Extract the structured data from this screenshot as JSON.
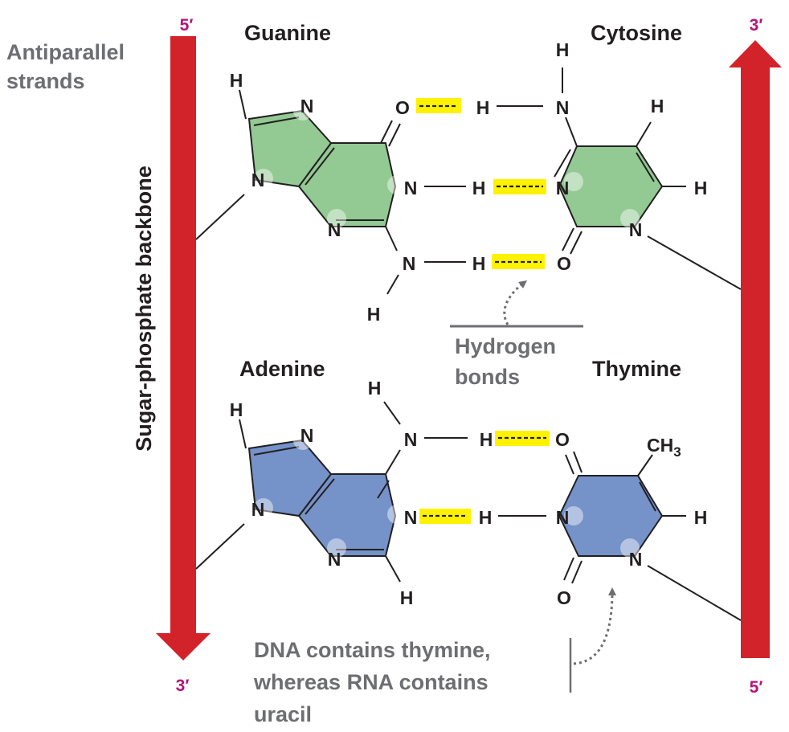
{
  "labels": {
    "antiparallel_line1": "Antiparallel",
    "antiparallel_line2": "strands",
    "backbone": "Sugar-phosphate backbone",
    "hydrogen_line1": "Hydrogen",
    "hydrogen_line2": "bonds",
    "note_line1": "DNA contains thymine,",
    "note_line2": "whereas RNA contains",
    "note_line3": "uracil"
  },
  "strand_ends": {
    "left_top": "5′",
    "left_bottom": "3′",
    "right_top": "3′",
    "right_bottom": "5′"
  },
  "bases": {
    "guanine": "Guanine",
    "cytosine": "Cytosine",
    "adenine": "Adenine",
    "thymine": "Thymine"
  },
  "atoms": {
    "H": "H",
    "N": "N",
    "O": "O",
    "CH": "CH",
    "sub3": "3"
  },
  "colors": {
    "backbone_red": "#d2232a",
    "purine_pyrimidine_green": "#93c993",
    "purine_pyrimidine_blue": "#7592c9",
    "hydrogen_bond_highlight": "#fff200",
    "strand_end_magenta": "#b5127d",
    "annotation_grey": "#6d6e71"
  }
}
